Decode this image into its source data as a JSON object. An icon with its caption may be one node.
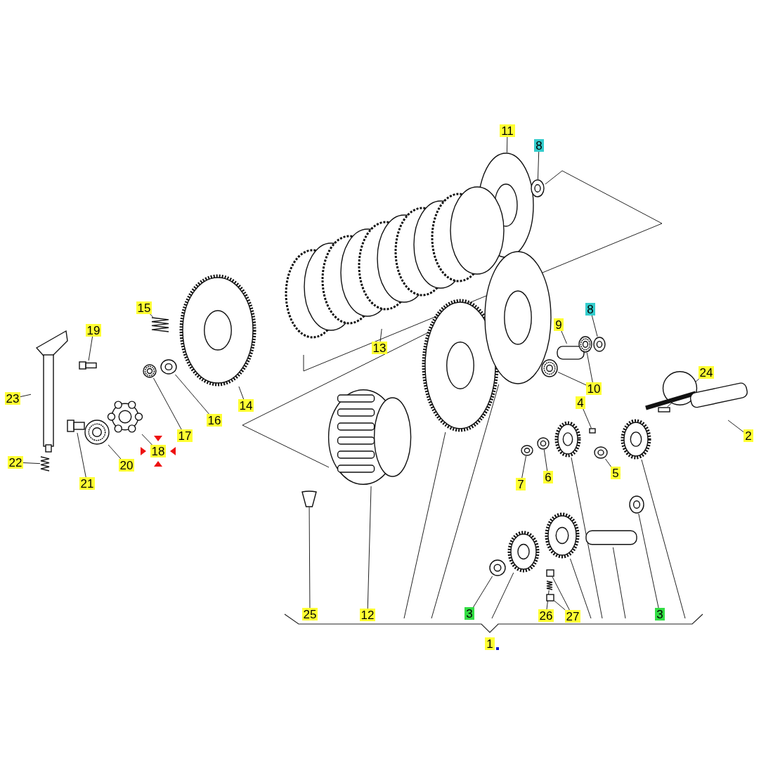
{
  "diagram": {
    "nodes": [
      {
        "text": [
          "11"
        ]
      },
      {
        "text": [],
        "shape": "picture"
      },
      {
        "text": [
          "8"
        ]
      },
      {
        "text": [],
        "shape": "picture"
      },
      {
        "text": [
          "15"
        ]
      },
      {
        "text": [],
        "shape": "picture"
      },
      {
        "text": [
          "19"
        ]
      },
      {
        "text": [],
        "shape": "picture"
      },
      {
        "text": [
          "13"
        ]
      },
      {
        "text": [],
        "shape": "picture"
      },
      {
        "text": [
          "9"
        ]
      },
      {
        "text": [],
        "shape": "cylinder"
      },
      {
        "text": [
          "8"
        ]
      },
      {
        "text": [],
        "shape": "picture"
      },
      {
        "text": [
          "24"
        ]
      },
      {
        "text": [],
        "shape": "box"
      },
      {
        "text": [
          "10"
        ]
      },
      {
        "text": [],
        "shape": "picture"
      },
      {
        "text": [],
        "shape": "picture"
      },
      {
        "text": [
          "4"
        ]
      },
      {
        "text": [],
        "shape": "box"
      },
      {
        "text": [
          "2"
        ]
      },
      {
        "text": [],
        "shape": "picture"
      },
      {
        "text": [
          "23"
        ]
      },
      {
        "text": [],
        "shape": "picture"
      },
      {
        "text": [
          "14"
        ]
      },
      {
        "text": [],
        "shape": "picture"
      },
      {
        "text": [
          "16"
        ]
      },
      {
        "text": [],
        "shape": "picture"
      },
      {
        "text": [
          "17"
        ]
      },
      {
        "text": [],
        "shape": "picture"
      },
      {
        "text": [
          "18"
        ]
      },
      {
        "text": [],
        "shape": "picture"
      },
      {
        "text": [
          "22"
        ]
      },
      {
        "text": [],
        "shape": "picture"
      },
      {
        "text": [
          "20"
        ]
      },
      {
        "text": [],
        "shape": "picture"
      },
      {
        "text": [
          "21"
        ]
      },
      {
        "text": [],
        "shape": "picture"
      },
      {
        "text": [
          "7"
        ]
      },
      {
        "text": [],
        "shape": "picture"
      },
      {
        "text": [
          "6"
        ]
      },
      {
        "text": [],
        "shape": "picture"
      },
      {
        "text": [
          "5"
        ]
      },
      {
        "text": [],
        "shape": "picture"
      },
      {
        "text": [
          "25"
        ]
      },
      {
        "text": [],
        "shape": "picture"
      },
      {
        "text": [
          "12"
        ]
      },
      {
        "text": [],
        "shape": "picture"
      },
      {
        "text": [
          "3"
        ]
      },
      {
        "text": [],
        "shape": "picture"
      },
      {
        "text": [
          "26"
        ]
      },
      {
        "text": [],
        "shape": "picture"
      },
      {
        "text": [
          "27"
        ]
      },
      {
        "text": [],
        "shape": "box"
      },
      {
        "text": [],
        "shape": "box"
      },
      {
        "text": [
          "3"
        ]
      },
      {
        "text": [],
        "shape": "picture"
      },
      {
        "text": [
          "1"
        ]
      },
      {
        "text": [],
        "shape": "picture"
      },
      {
        "text": [],
        "shape": "picture"
      },
      {
        "text": [],
        "shape": "picture"
      },
      {
        "text": [],
        "shape": "picture"
      },
      {
        "text": [],
        "shape": "picture"
      },
      {
        "text": [],
        "shape": "cylinder"
      },
      {
        "text": [],
        "shape": "picture"
      }
    ],
    "edges": [
      {
        "from": 0,
        "to": 1,
        "arrow": "none"
      },
      {
        "from": 2,
        "to": 3,
        "arrow": "none"
      },
      {
        "from": 4,
        "to": 5,
        "arrow": "none"
      },
      {
        "from": 6,
        "to": 7,
        "arrow": "none"
      },
      {
        "from": 8,
        "to": 9,
        "arrow": "none"
      },
      {
        "from": 10,
        "to": 11,
        "arrow": "none"
      },
      {
        "from": 12,
        "to": 13,
        "arrow": "none"
      },
      {
        "from": 14,
        "to": 15,
        "arrow": "none"
      },
      {
        "from": 16,
        "to": 17,
        "arrow": "none"
      },
      {
        "from": 16,
        "to": 18,
        "arrow": "none"
      },
      {
        "from": 19,
        "to": 20,
        "arrow": "none"
      },
      {
        "from": 21,
        "to": 22,
        "arrow": "none"
      },
      {
        "from": 23,
        "to": 24,
        "arrow": "none"
      },
      {
        "from": 25,
        "to": 26,
        "arrow": "none"
      },
      {
        "from": 27,
        "to": 28,
        "arrow": "none"
      },
      {
        "from": 29,
        "to": 30,
        "arrow": "none"
      },
      {
        "from": 31,
        "to": 32,
        "arrow": "none"
      },
      {
        "from": 33,
        "to": 34,
        "arrow": "none"
      },
      {
        "from": 35,
        "to": 36,
        "arrow": "none"
      },
      {
        "from": 37,
        "to": 38,
        "arrow": "none"
      },
      {
        "from": 39,
        "to": 40,
        "arrow": "none"
      },
      {
        "from": 41,
        "to": 42,
        "arrow": "none"
      },
      {
        "from": 43,
        "to": 44,
        "arrow": "none"
      },
      {
        "from": 45,
        "to": 46,
        "arrow": "none"
      },
      {
        "from": 47,
        "to": 48,
        "arrow": "none"
      },
      {
        "from": 49,
        "to": 50,
        "arrow": "none"
      },
      {
        "from": 51,
        "to": 52,
        "arrow": "none"
      },
      {
        "from": 53,
        "to": 54,
        "arrow": "none"
      },
      {
        "from": 53,
        "to": 55,
        "arrow": "none"
      },
      {
        "from": 56,
        "to": 57,
        "arrow": "none"
      },
      {
        "from": null,
        "to": 59,
        "arrow": "none"
      },
      {
        "from": null,
        "to": 60,
        "arrow": "none"
      },
      {
        "from": null,
        "to": 61,
        "arrow": "none"
      },
      {
        "from": null,
        "to": 63,
        "arrow": "none"
      },
      {
        "from": null,
        "to": 62,
        "arrow": "none"
      },
      {
        "from": null,
        "to": 64,
        "arrow": "none"
      },
      {
        "from": null,
        "to": 65,
        "arrow": "none"
      }
    ]
  }
}
